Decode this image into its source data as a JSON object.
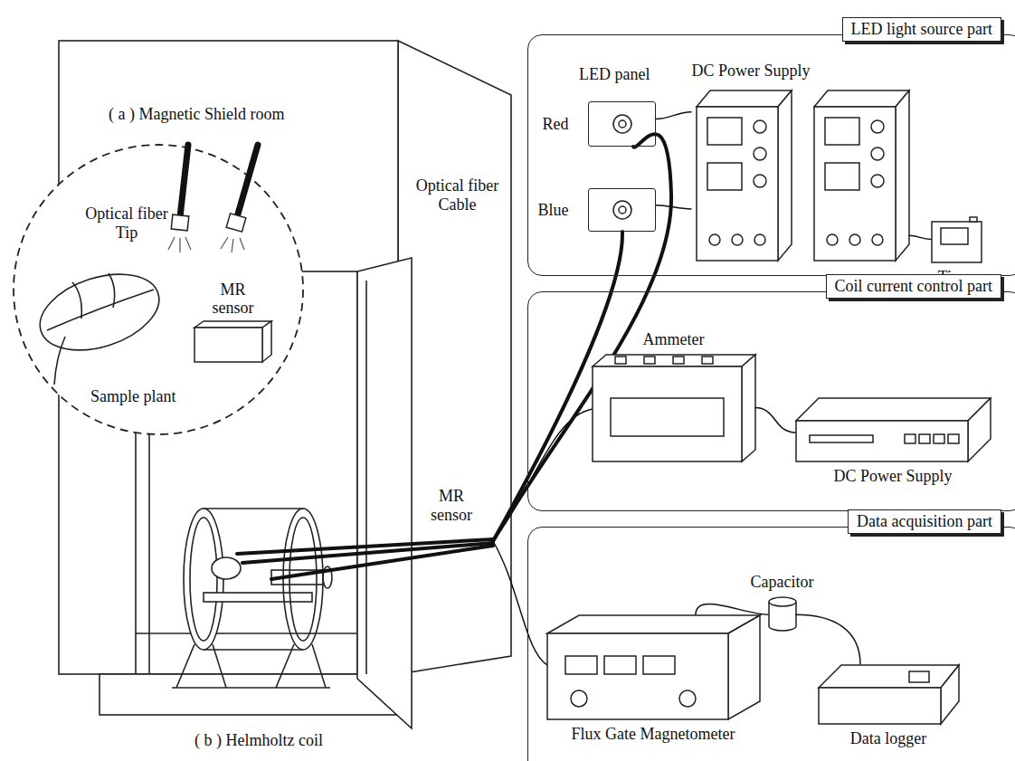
{
  "diagram": {
    "nodes": [
      {
        "text": [
          "LED light source part"
        ]
      },
      {
        "text": [
          "Red"
        ],
        "in": 0
      },
      {
        "text": [
          "Blue"
        ],
        "in": 0
      },
      {
        "text": [
          "DC Power Supply"
        ],
        "in": 0
      },
      {
        "text": [
          "Timer"
        ],
        "in": 0
      },
      {
        "text": [
          "Coil current control part"
        ]
      },
      {
        "text": [
          "Ammeter"
        ],
        "in": 5
      },
      {
        "text": [
          "DC Power Supply"
        ],
        "in": 5
      },
      {
        "text": [
          "Data acquisition part"
        ]
      },
      {
        "text": [
          "Flux Gate Magnetometer"
        ],
        "in": 8
      },
      {
        "text": [
          "Capacitor"
        ],
        "in": 8
      },
      {
        "text": [
          "Data logger"
        ],
        "in": 8
      },
      {
        "text": [
          "MR sensor"
        ]
      }
    ],
    "edges": [
      {
        "from": 1,
        "to": 3,
        "arrow": "none"
      },
      {
        "from": 2,
        "to": 3,
        "arrow": "none"
      },
      {
        "from": 3,
        "to": 4,
        "arrow": "none"
      },
      {
        "from": 6,
        "to": 7,
        "arrow": "none"
      },
      {
        "from": 9,
        "to": 10,
        "arrow": "none"
      },
      {
        "from": 10,
        "to": 11,
        "arrow": "none"
      }
    ],
    "labels": [
      "LED panel",
      "( a ) Magnetic Shield room",
      "Optical fiber Tip",
      "Sample plant",
      "Optical fiber Cable",
      "MR sensor",
      "( b ) Helmholtz coil"
    ]
  }
}
